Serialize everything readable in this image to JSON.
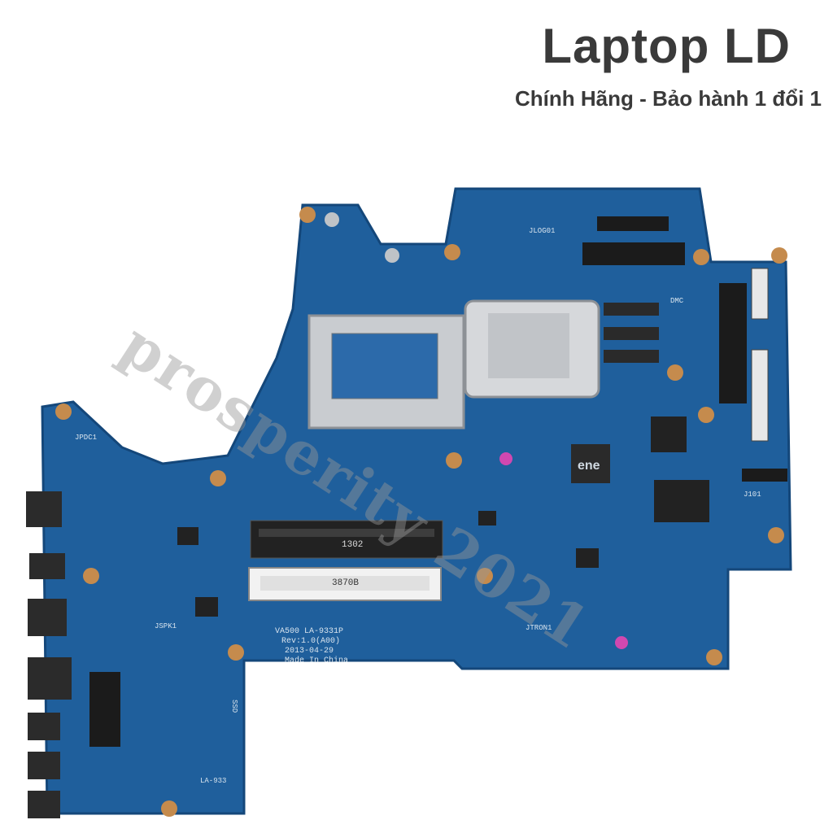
{
  "header": {
    "title": "Laptop LD",
    "subtitle": "Chính Hãng - Bảo hành 1 đổi 1"
  },
  "board": {
    "silkscreen_main": "VA500 LA-9331P",
    "silkscreen_rev": "Rev:1.0(A00)",
    "silkscreen_date": "2013-04-29",
    "silkscreen_origin": "Made In China",
    "labels": [
      "JLOG01",
      "DMC",
      "JPDC1",
      "JSPK1",
      "SSD",
      "LA-933",
      "JTRON1",
      "J101"
    ],
    "sodimm_top": "1302",
    "sodimm_bottom": "3870B",
    "chip_logo": "ene"
  },
  "watermark": "prosperity 2021",
  "colors": {
    "pcb": "#1f5f9c",
    "pcb_dark": "#154a7c",
    "text": "#3a3a3a"
  }
}
